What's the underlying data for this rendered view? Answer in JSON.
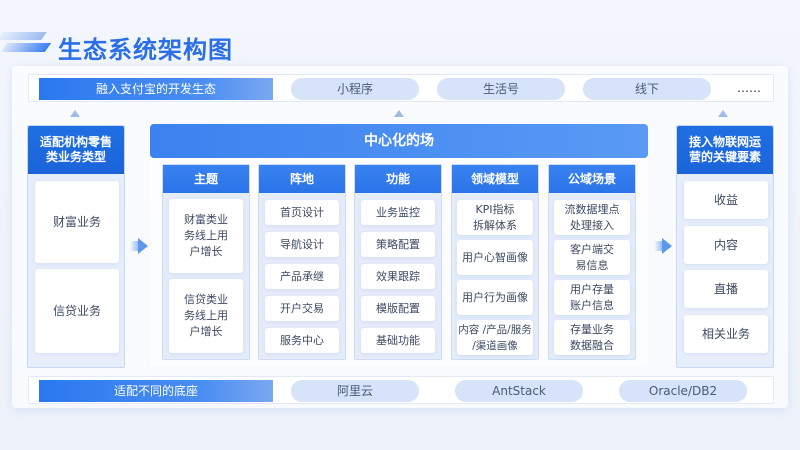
{
  "header": {
    "title": "生态系统架构图"
  },
  "top_band": {
    "label": "融入支付宝的开发生态",
    "items": [
      "小程序",
      "生活号",
      "线下"
    ],
    "more": "……"
  },
  "left_column": {
    "title_line1": "适配机构零售",
    "title_line2": "类业务类型",
    "items": [
      "财富业务",
      "信贷业务"
    ]
  },
  "center": {
    "title": "中心化的场",
    "columns": [
      {
        "title": "主题",
        "items": [
          [
            "财富类业",
            "务线上用",
            "户增长"
          ],
          [
            "信贷类业",
            "务线上用",
            "户增长"
          ]
        ]
      },
      {
        "title": "阵地",
        "items": [
          "首页设计",
          "导航设计",
          "产品承继",
          "开户交易",
          "服务中心"
        ]
      },
      {
        "title": "功能",
        "items": [
          "业务监控",
          "策略配置",
          "效果跟踪",
          "模版配置",
          "基础功能"
        ]
      },
      {
        "title": "领域模型",
        "items": [
          [
            "KPI指标",
            "拆解体系"
          ],
          [
            "用户心智画像"
          ],
          [
            "用户行为画像"
          ],
          [
            "内容 /产品/服务",
            "/渠道画像"
          ]
        ]
      },
      {
        "title": "公域场景",
        "items": [
          [
            "流数据埋点",
            "处理接入"
          ],
          [
            "客户端交",
            "易信息"
          ],
          [
            "用户存量",
            "账户信息"
          ],
          [
            "存量业务",
            "数据融合"
          ]
        ]
      }
    ]
  },
  "right_column": {
    "title_line1": "接入物联网运",
    "title_line2": "营的关键要素",
    "items": [
      "收益",
      "内容",
      "直播",
      "相关业务"
    ]
  },
  "bottom_band": {
    "label": "适配不同的底座",
    "items": [
      "阿里云",
      "AntStack",
      "Oracle/DB2"
    ]
  },
  "colors": {
    "primary": "#2a78f0",
    "header_dark": "#1a64d8",
    "pill_bg": "#d6e3f8",
    "title_blue": "#2a6fe8"
  }
}
